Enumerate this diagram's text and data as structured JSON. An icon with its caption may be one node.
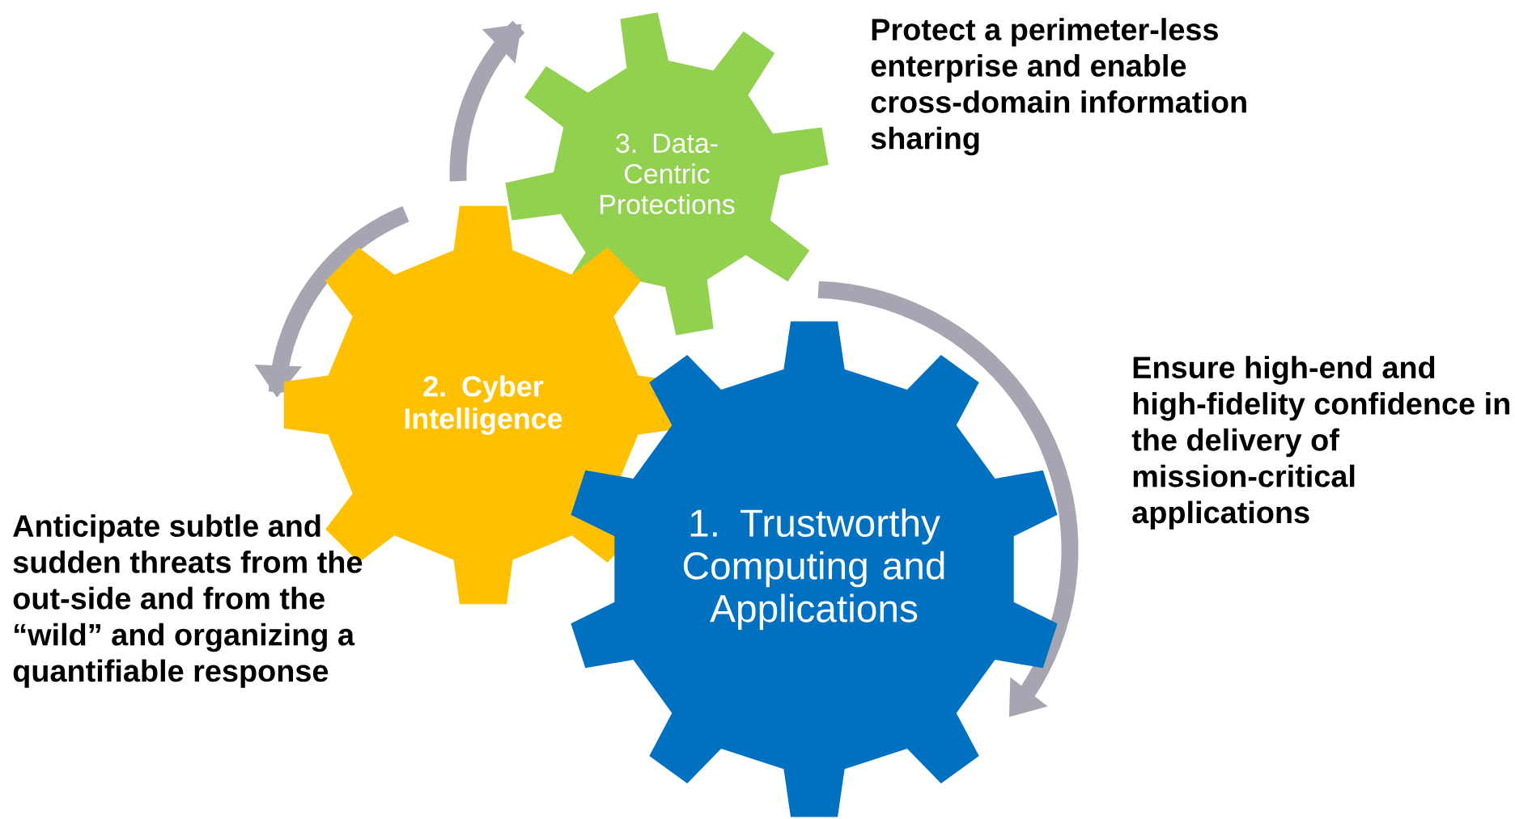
{
  "diagram": {
    "nodes": [
      {
        "text": [
          "3. Data-Centric Protections"
        ],
        "beside": [
          "Protect a perimeter-less enterprise and enable cross-domain information sharing"
        ]
      },
      {
        "text": [
          "2. Cyber Intelligence"
        ],
        "beside": [
          "Anticipate subtle and sudden threats from the out-side and from the “wild” and organizing a quantifiable response"
        ]
      },
      {
        "text": [
          "1. Trustworthy Computing and Applications"
        ],
        "beside": [
          "Ensure high-end and high-fidelity confidence in the delivery of mission-critical applications"
        ]
      }
    ]
  }
}
